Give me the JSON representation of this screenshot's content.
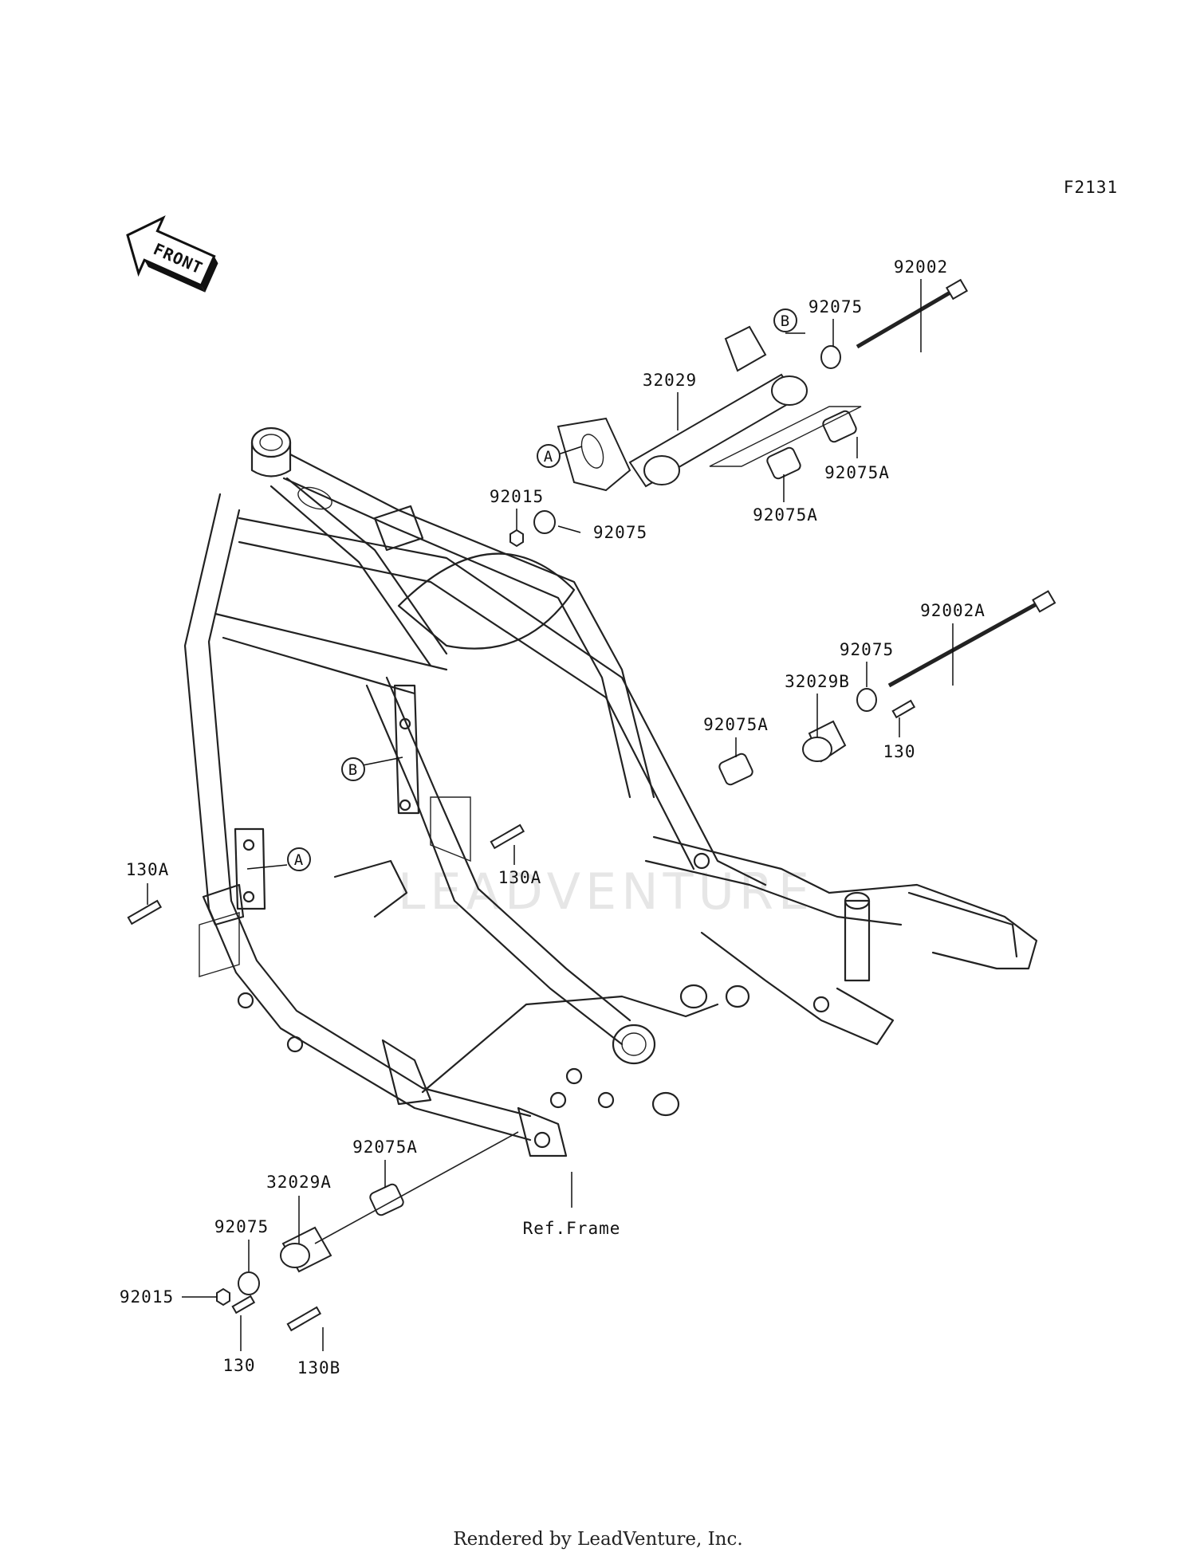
{
  "figure_code": "F2131",
  "front_arrow_label": "FRONT",
  "callouts": {
    "A_top": "A",
    "B_top": "B",
    "A_frame": "A",
    "B_frame": "B"
  },
  "part_labels": {
    "p92002": "92002",
    "p92075_top": "92075",
    "p32029": "32029",
    "p92015_top": "92015",
    "p92075_mid": "92075",
    "p92075A_right": "92075A",
    "p92075A_center": "92075A",
    "p92002A": "92002A",
    "p92075_right": "92075",
    "p32029B": "32029B",
    "p92075A_left": "92075A",
    "p130_right": "130",
    "p130A_left": "130A",
    "p130A_center": "130A",
    "p92075A_bottom": "92075A",
    "p32029A": "32029A",
    "p92075_bottom": "92075",
    "p92015_bottom": "92015",
    "p130_bottom": "130",
    "p130B": "130B",
    "ref_frame": "Ref.Frame"
  },
  "watermark": "LEADVENTURE",
  "footer_text": "Rendered by LeadVenture, Inc."
}
